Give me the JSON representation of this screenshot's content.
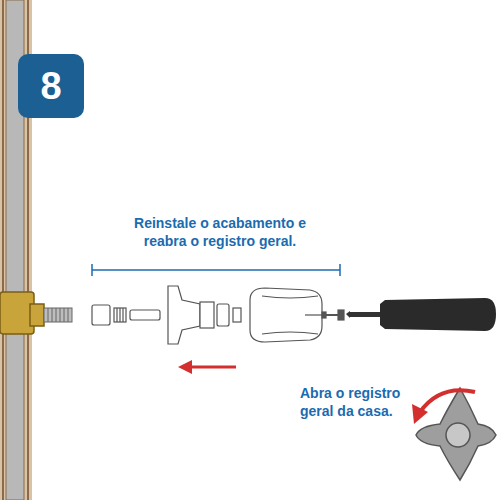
{
  "diagram": {
    "nodes": [
      {
        "text": [
          "8"
        ]
      }
    ],
    "labels": [
      "Reinstale o acabamento e reabra o registro geral.",
      "Abra o registro geral da casa."
    ]
  }
}
